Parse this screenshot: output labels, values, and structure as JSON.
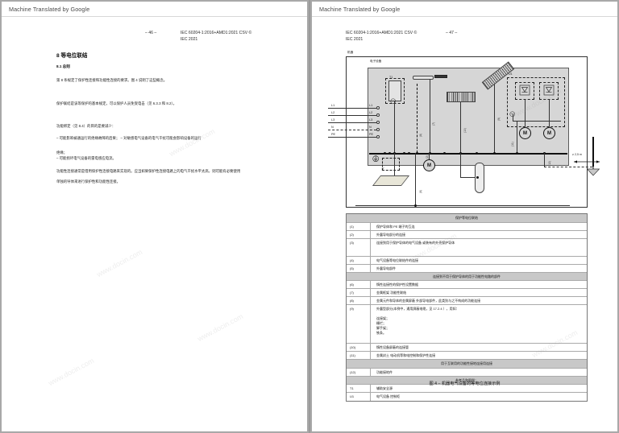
{
  "browser": {
    "translate_banner": "Machine Translated by Google"
  },
  "left_page": {
    "header": {
      "page_number": "– 46 –",
      "standard": "IEC 60204-1:2016+AMD1:2021 CSV ©\nIEC 2021"
    },
    "section_number_title": "8 等电位联结",
    "subsection": "8.1 总则",
    "paragraphs": [
      "第 8 条规定了保护性连接和功能性连接的要求。图 4 说明了这些概念。",
      "保护联结是该等保护的基本规定，可以保护人员免受电击（见 6.3.3 和 8.2）。",
      "功能绑定（见 8.4）的目的是要减少：",
      "– 可能影响被通运行的绝缘故障的后果；  – 对敏感电气设备的电气干扰可能会影响设备的运行",
      "绝缘；",
      "– 可能损坏电气设备的雷电感应电流。",
      "功能性连接通常是借用保护性连接电路来实现的。应当如果保护性连接电路上的电气干扰水平太高，则可能有必要使用",
      "单独的导体来进行保护性和功能性连接。"
    ],
    "watermarks": [
      "www.docin.com",
      "www.docin.com",
      "www.docin.com",
      "www.docin.com"
    ]
  },
  "right_page": {
    "header": {
      "page_number": "– 47 –",
      "standard": "IEC 60204-1:2016+AMD1:2021 CSV ©\nIEC 2021"
    },
    "diagram": {
      "outer_label": "机器",
      "inner_label": "电子设备",
      "supply_terminals": [
        "L1",
        "L2",
        "L3",
        "N",
        "PE"
      ],
      "terminal_block_marks": [
        "L1",
        "L2",
        "L3",
        "N",
        "PE"
      ],
      "enclosure_label": "U1",
      "transformer_label": "T1",
      "motor_label": "M",
      "dimension_note": "≥ 2,5 m",
      "item_callouts": [
        "(1)",
        "(2)",
        "(3)",
        "(4)",
        "(5)",
        "(6)",
        "(7)",
        "(8)",
        "(9)",
        "(10)",
        "(11)",
        "(12)"
      ]
    },
    "legend": {
      "sections": [
        {
          "header": "保护等电位联结",
          "rows": [
            {
              "num": "(1)",
              "text": "保护导体和 PE 端子的互连"
            },
            {
              "num": "(2)",
              "text": "外露导电部分的连接"
            },
            {
              "num": "(3)",
              "text": "连接到用于保护导体的电气设备 或装有的外壳保护导体"
            },
            {
              "num": "(4)",
              "text": "电气设备等电位联结件的连接"
            },
            {
              "num": "(5)",
              "text": "外露导电部件"
            }
          ]
        },
        {
          "header": "连接到不用于保护导体的用于功能性电路的部件",
          "rows": [
            {
              "num": "(6)",
              "text": "惰性连接性的保护性设置数据"
            },
            {
              "num": "(7)",
              "text": "金属框架 功能性联结"
            },
            {
              "num": "(8)",
              "text": "金属元件和导体的金属屏蔽 外部导电部件，此类别与之不构成的功能连接"
            },
            {
              "num": "(9)",
              "text": "外露型部分(本例中，通用屏蔽电缆，见 17.2.4 ），用如：\n\n连接架；\n栅栏；\n脚手架；\n铁条。"
            },
            {
              "num": "(10)",
              "text": "惰性设备屏蔽的连接管"
            },
            {
              "num": "(11)",
              "text": "金属封土 电动机等和电控制和保护性连接"
            }
          ]
        },
        {
          "header": "用于互联用的功能性接地连接用连接",
          "rows": [
            {
              "num": "(12)",
              "text": "功能接地件"
            }
          ]
        },
        {
          "header": "参考品和图例：",
          "rows": [
            {
              "num": "T1",
              "text": "辅助安全源"
            },
            {
              "num": "U1",
              "text": "电气设备 控制柜"
            }
          ]
        }
      ]
    },
    "figure_caption": "图 4 – 机器电气设备的等电位连接示例"
  }
}
